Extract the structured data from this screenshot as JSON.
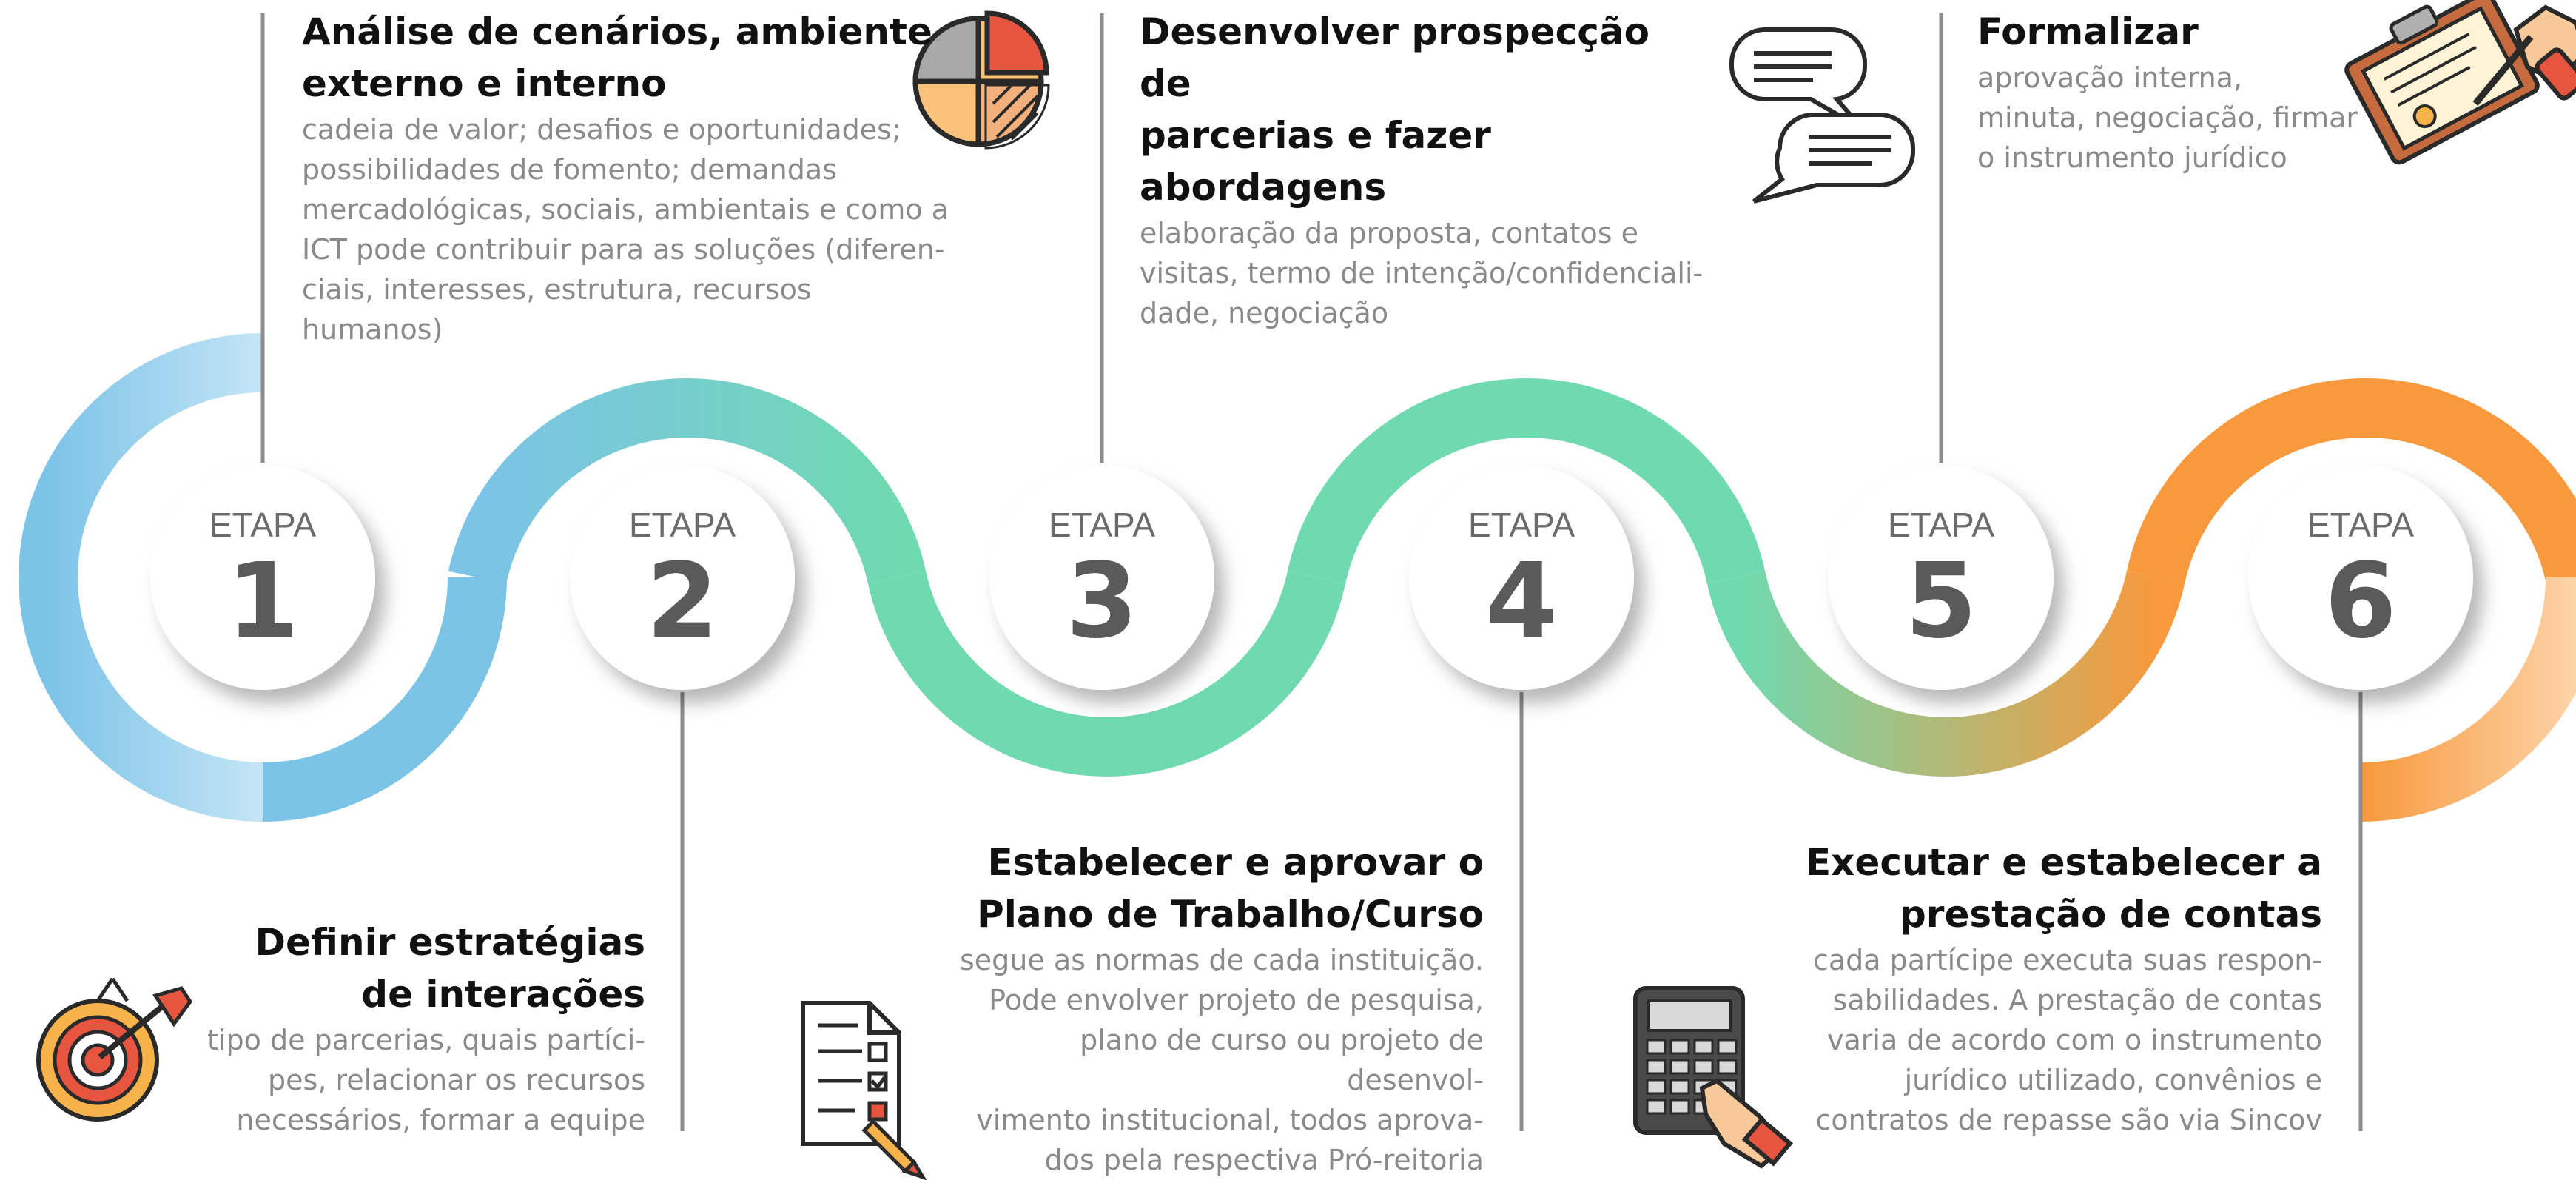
{
  "stages": [
    {
      "label": "ETAPA",
      "number": "1"
    },
    {
      "label": "ETAPA",
      "number": "2"
    },
    {
      "label": "ETAPA",
      "number": "3"
    },
    {
      "label": "ETAPA",
      "number": "4"
    },
    {
      "label": "ETAPA",
      "number": "5"
    },
    {
      "label": "ETAPA",
      "number": "6"
    }
  ],
  "steps": {
    "s1": {
      "title": [
        "Análise de cenários, ambiente",
        "externo e interno"
      ],
      "desc": [
        "cadeia de valor; desafios e oportunidades;",
        "possibilidades de fomento; demandas",
        "mercadológicas, sociais, ambientais e como a",
        "ICT pode contribuir para as soluções (diferen-",
        "ciais, interesses, estrutura, recursos humanos)"
      ],
      "icon": "pie-chart-icon"
    },
    "s2": {
      "title": [
        "Definir estratégias",
        "de interações"
      ],
      "desc": [
        "tipo de parcerias, quais partíci-",
        "pes, relacionar os recursos",
        "necessários, formar a equipe"
      ],
      "icon": "target-arrow-icon"
    },
    "s3": {
      "title": [
        "Desenvolver prospecção de",
        "parcerias e fazer abordagens"
      ],
      "desc": [
        "elaboração da proposta, contatos e",
        "visitas, termo de intenção/confidenciali-",
        "dade, negociação"
      ],
      "icon": "chat-bubbles-icon"
    },
    "s4": {
      "title": [
        "Estabelecer e aprovar o",
        "Plano de Trabalho/Curso"
      ],
      "desc": [
        "segue as normas de cada instituição.",
        "Pode envolver projeto de pesquisa,",
        "plano de curso ou projeto de desenvol-",
        "vimento institucional, todos aprova-",
        "dos pela respectiva Pró-reitoria"
      ],
      "icon": "checklist-document-icon"
    },
    "s5": {
      "title": [
        "Formalizar"
      ],
      "desc": [
        "aprovação interna,",
        "minuta, negociação, firmar",
        "o instrumento jurídico"
      ],
      "icon": "signing-contract-icon"
    },
    "s6": {
      "title": [
        "Executar e estabelecer a",
        "prestação de contas"
      ],
      "desc": [
        "cada partícipe executa suas respon-",
        "sabilidades. A prestação de contas",
        "varia de acordo com o instrumento",
        "jurídico utilizado, convênios e",
        "contratos de repasse são via Sincov"
      ],
      "icon": "calculator-icon"
    }
  },
  "colors": {
    "blue": "#7cc3e8",
    "light_blue": "#bfe2f5",
    "teal": "#6fd9b0",
    "orange": "#f7993c",
    "light_orange": "#fbc894",
    "connector": "#8c8c8c"
  }
}
